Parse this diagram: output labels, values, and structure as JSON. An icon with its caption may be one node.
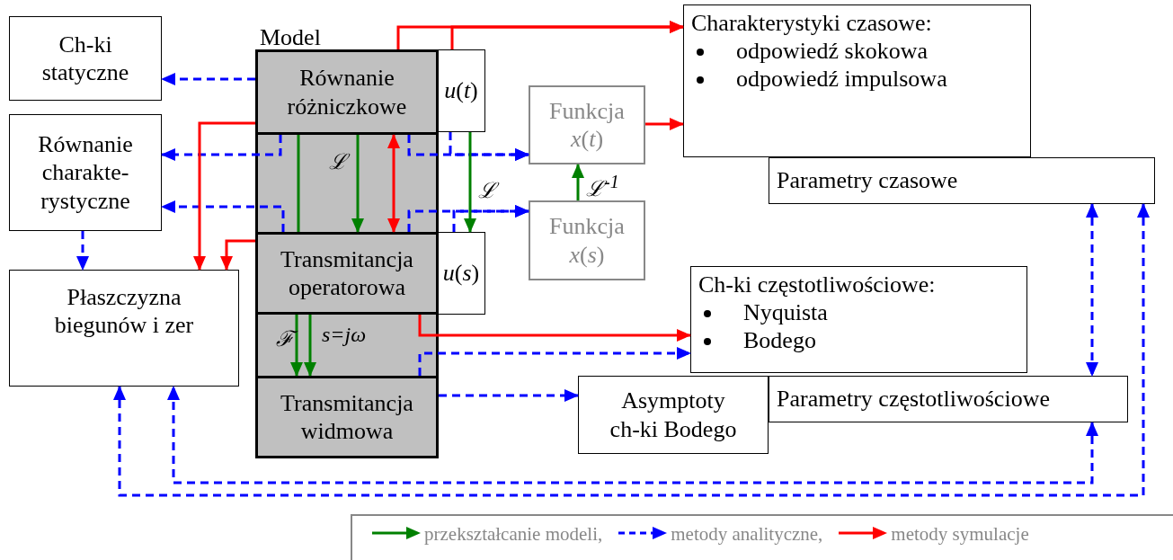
{
  "diagram": {
    "nodes": [
      {
        "text": [
          "Model"
        ]
      },
      {
        "text": [
          "Równanie różniczkowe"
        ],
        "in": 0
      },
      {
        "text": [
          "Transmitancja operatorowa"
        ],
        "in": 0
      },
      {
        "text": [
          "Transmitancja widmowa"
        ],
        "in": 0
      },
      {
        "text": [
          "*u*(*t*)"
        ]
      },
      {
        "text": [
          "*u*(*s*)"
        ]
      },
      {
        "text": [
          "Ch-ki statyczne"
        ]
      },
      {
        "text": [
          "Równanie charakte- rystyczne"
        ]
      },
      {
        "text": [
          "Płaszczyzna biegunów i zer"
        ]
      },
      {
        "text": [
          "Funkcja *x*(*t*)"
        ]
      },
      {
        "text": [
          "Funkcja *x*(*s*)"
        ]
      },
      {
        "text": [
          "Charakterystyki czasowe:",
          "odpowiedź skokowa",
          "odpowiedź impulsowa"
        ]
      },
      {
        "text": [
          "Parametry czasowe"
        ]
      },
      {
        "text": [
          "Ch-ki częstotliwościowe:",
          "Nyquista",
          "Bodego"
        ]
      },
      {
        "text": [
          "Asymptoty ch-ki Bodego"
        ]
      },
      {
        "text": [
          "Parametry częstotliwościowe"
        ]
      }
    ],
    "edges": [
      {
        "from": 1,
        "to": 6,
        "arrow": "to",
        "style": "dashed"
      },
      {
        "from": 1,
        "to": 7,
        "arrow": "to",
        "style": "dashed"
      },
      {
        "from": 2,
        "to": 7,
        "arrow": "to",
        "style": "dashed"
      },
      {
        "from": 7,
        "to": 8,
        "arrow": "to",
        "style": "dashed"
      },
      {
        "from": 1,
        "to": 9,
        "arrow": "to",
        "style": "dashed"
      },
      {
        "from": 4,
        "to": 9,
        "arrow": "to",
        "style": "dashed"
      },
      {
        "from": 2,
        "to": 10,
        "arrow": "to",
        "style": "dashed"
      },
      {
        "from": 5,
        "to": 10,
        "arrow": "to",
        "style": "dashed"
      },
      {
        "from": 3,
        "to": 13,
        "arrow": "to",
        "style": "dashed"
      },
      {
        "from": 3,
        "to": 14,
        "arrow": "to",
        "style": "dashed"
      },
      {
        "from": 12,
        "to": 15,
        "arrow": "both",
        "style": "dashed"
      },
      {
        "from": 15,
        "to": 8,
        "arrow": "both",
        "style": "dashed"
      },
      {
        "from": 12,
        "to": 8,
        "arrow": "both",
        "style": "dashed"
      },
      {
        "from": 1,
        "to": 11,
        "arrow": "to",
        "color": "#ff0000"
      },
      {
        "from": 4,
        "to": 11,
        "arrow": "to",
        "color": "#ff0000"
      },
      {
        "from": 1,
        "to": 8,
        "arrow": "to",
        "color": "#ff0000"
      },
      {
        "from": 2,
        "to": 8,
        "arrow": "to",
        "color": "#ff0000"
      },
      {
        "from": 1,
        "to": 2,
        "arrow": "both",
        "color": "#ff0000"
      },
      {
        "from": 9,
        "to": 11,
        "arrow": "to",
        "color": "#ff0000"
      },
      {
        "from": 2,
        "to": 13,
        "arrow": "to",
        "color": "#ff0000"
      },
      {
        "from": 1,
        "to": 2,
        "arrow": "none",
        "color": "#008000"
      },
      {
        "from": 1,
        "to": 2,
        "arrow": "to",
        "color": "#008000",
        "label": "ℒ"
      },
      {
        "from": 4,
        "to": 5,
        "arrow": "to",
        "color": "#008000",
        "label": "ℒ"
      },
      {
        "from": 10,
        "to": 9,
        "arrow": "to",
        "color": "#008000",
        "label": "ℒ$^{-1}$"
      },
      {
        "from": 2,
        "to": 3,
        "arrow": "to",
        "color": "#008000",
        "label": "ℱ"
      },
      {
        "from": 2,
        "to": 3,
        "arrow": "to",
        "color": "#008000",
        "label": "s=jω"
      }
    ],
    "legend": [
      {
        "text": "przekształcanie modeli,"
      },
      {
        "text": "metody analityczne,"
      },
      {
        "text": "metody symulacje"
      }
    ]
  }
}
